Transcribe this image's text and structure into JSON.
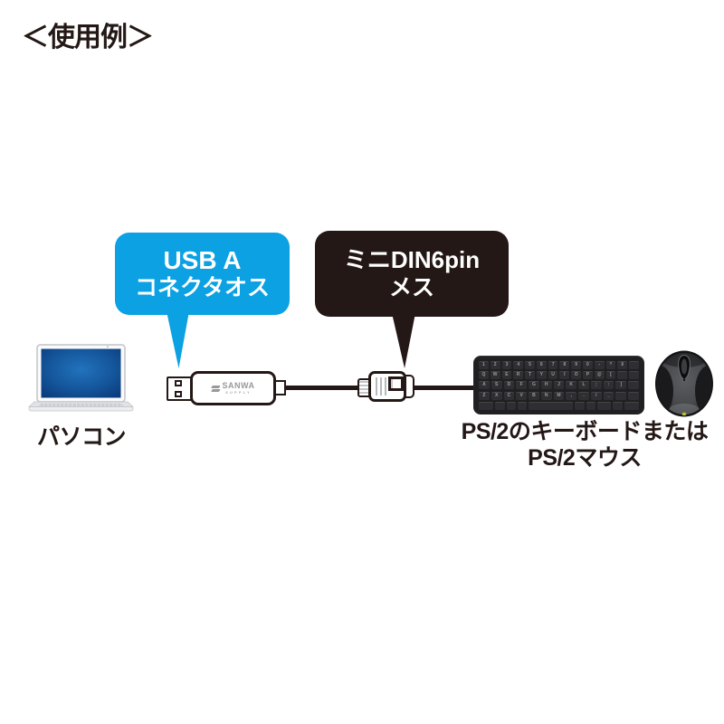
{
  "heading": "＜使用例＞",
  "callouts": {
    "usb": {
      "line1": "USB A",
      "line2": "コネクタオス"
    },
    "din": {
      "line1": "ミニDIN6pin",
      "line2": "メス"
    }
  },
  "labels": {
    "laptop": "パソコン",
    "peripherals_line1": "PS/2のキーボードまたは",
    "peripherals_line2": "PS/2マウス"
  },
  "adapter": {
    "brand": "SANWA",
    "brand_sub": "SUPPLY"
  },
  "keyboard": {
    "legend_rows": [
      "1234567890-^¥",
      "QWERTYUIOP@[",
      "ASDFGHJKL;:]",
      "ZXCVBNM,./_"
    ]
  },
  "colors": {
    "callout_usb_bg": "#0ba1e2",
    "callout_din_bg": "#231815",
    "callout_text": "#ffffff",
    "ink": "#231815",
    "screen_blue": "#15579d"
  }
}
